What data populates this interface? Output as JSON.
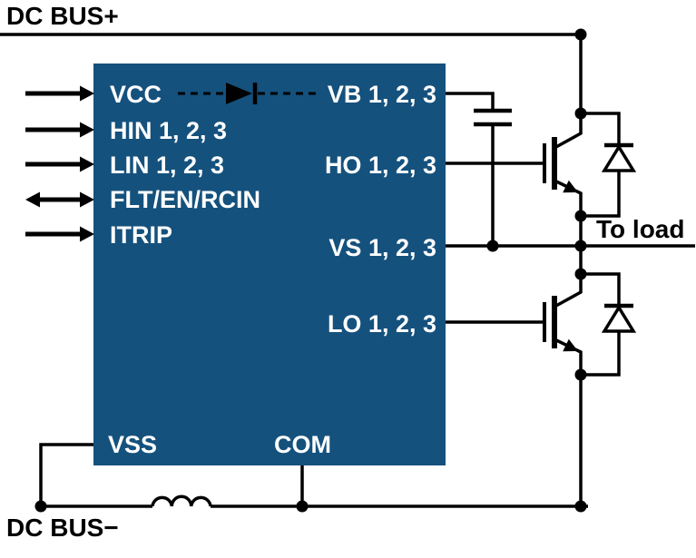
{
  "diagram": {
    "type": "gate-driver-half-bridge-schematic",
    "rails": {
      "top_label": "DC BUS+",
      "bottom_label": "DC BUS−"
    },
    "load_label": "To load",
    "colors": {
      "ic_fill": "#15517D",
      "ic_text": "#FFFFFF",
      "wire": "#000000"
    },
    "ic": {
      "left_pins": [
        {
          "label": "VCC",
          "direction": "input"
        },
        {
          "label": "HIN 1, 2, 3",
          "direction": "input"
        },
        {
          "label": "LIN 1, 2, 3",
          "direction": "input"
        },
        {
          "label": "FLT/EN/RCIN",
          "direction": "bidirectional"
        },
        {
          "label": "ITRIP",
          "direction": "input"
        }
      ],
      "right_pins": [
        {
          "label": "VB 1, 2, 3"
        },
        {
          "label": "HO 1, 2, 3"
        },
        {
          "label": "VS 1, 2, 3"
        },
        {
          "label": "LO 1, 2, 3"
        }
      ],
      "bottom_pins": [
        {
          "label": "VSS"
        },
        {
          "label": "COM"
        }
      ]
    },
    "components": [
      "bootstrap-diode",
      "bootstrap-capacitor",
      "high-side-igbt",
      "high-side-freewheel-diode",
      "low-side-igbt",
      "low-side-freewheel-diode",
      "dc-bus-inductor"
    ]
  }
}
